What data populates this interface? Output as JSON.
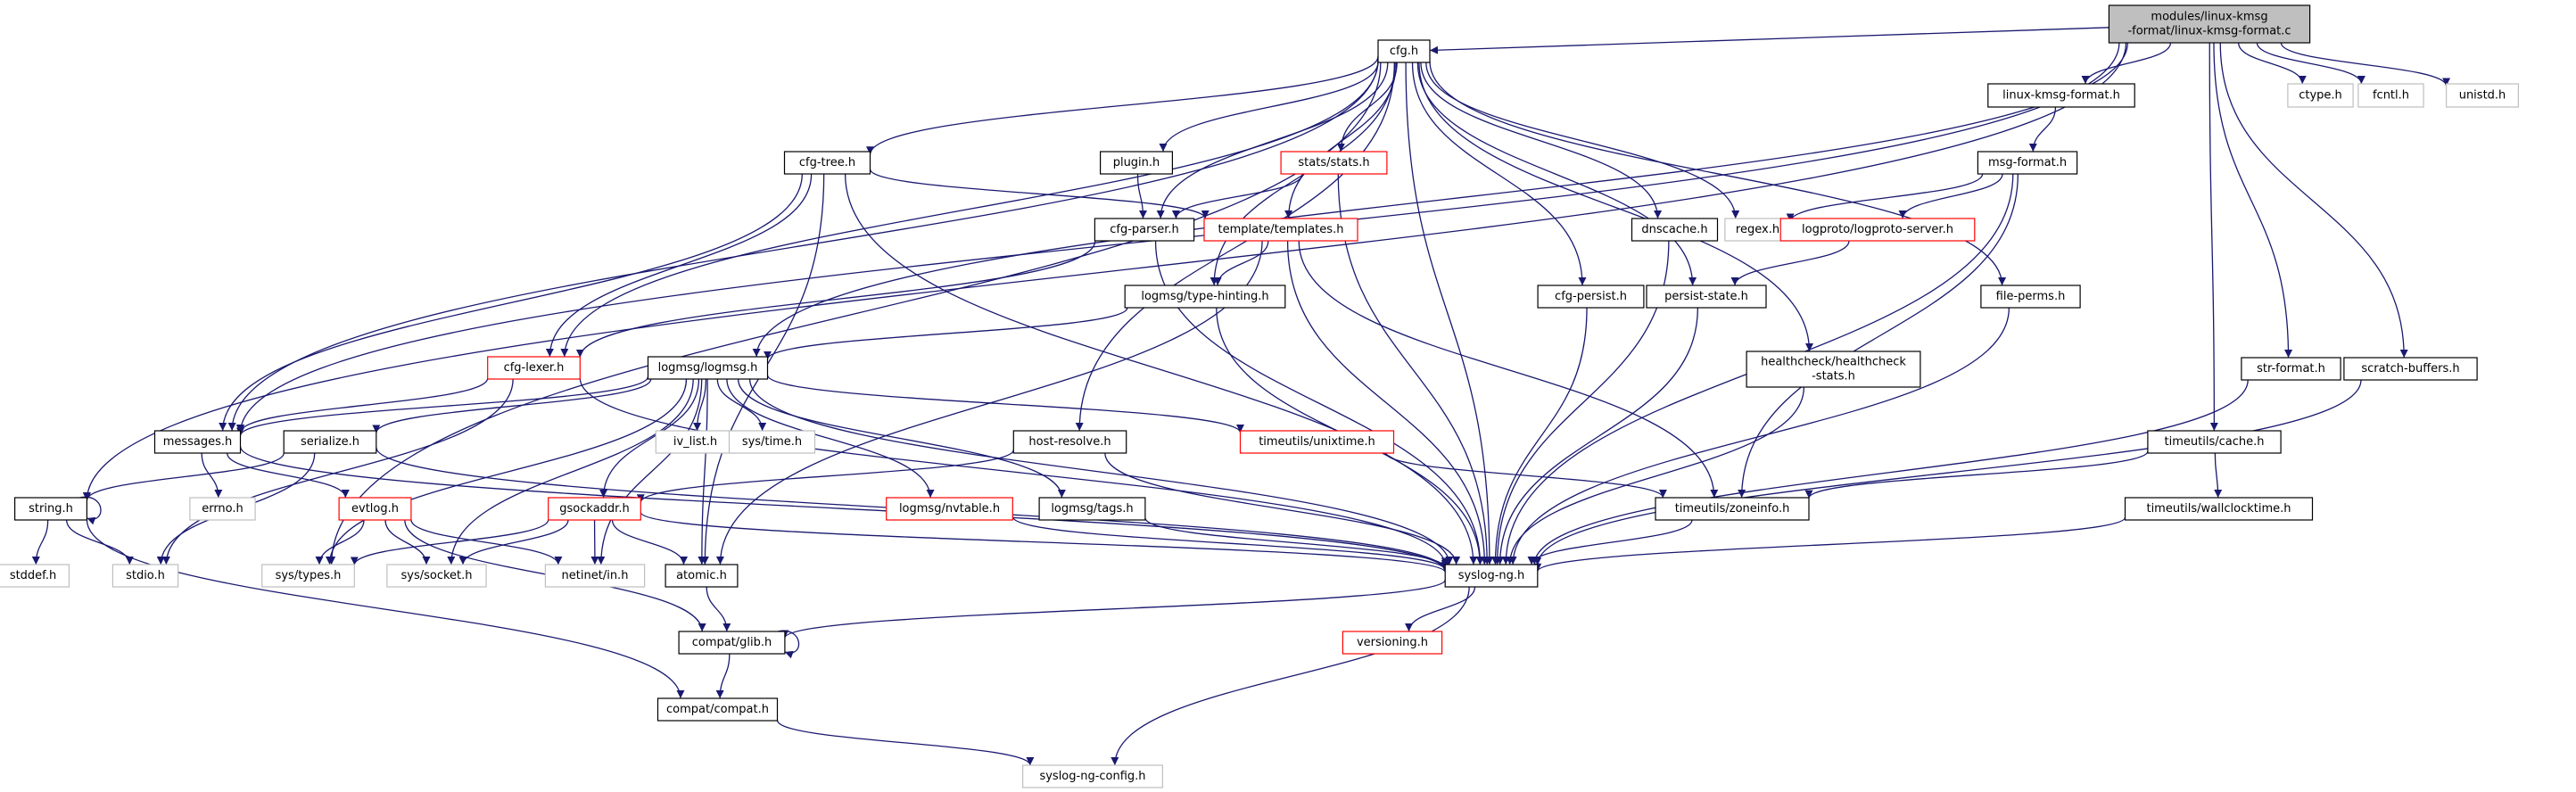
{
  "graph": {
    "title": "Include dependency graph for modules/linux-kmsg-format/linux-kmsg-format.c",
    "colors": {
      "edge": "#191970",
      "normal_border": "#000000",
      "missing_border": "#ff0000",
      "external_border": "#bfbfbf",
      "root_fill": "#bfbfbf"
    },
    "nodes": [
      {
        "id": "root",
        "label": "modules/linux-kmsg\n-format/linux-kmsg-format.c",
        "kind": "root"
      },
      {
        "id": "cfg",
        "label": "cfg.h",
        "kind": "normal"
      },
      {
        "id": "lkf",
        "label": "linux-kmsg-format.h",
        "kind": "normal"
      },
      {
        "id": "ctype",
        "label": "ctype.h",
        "kind": "gray"
      },
      {
        "id": "fcntl",
        "label": "fcntl.h",
        "kind": "gray"
      },
      {
        "id": "unistd",
        "label": "unistd.h",
        "kind": "gray"
      },
      {
        "id": "cfgtree",
        "label": "cfg-tree.h",
        "kind": "normal"
      },
      {
        "id": "plugin",
        "label": "plugin.h",
        "kind": "normal"
      },
      {
        "id": "stats",
        "label": "stats/stats.h",
        "kind": "red"
      },
      {
        "id": "msgformat",
        "label": "msg-format.h",
        "kind": "normal"
      },
      {
        "id": "cfgparser",
        "label": "cfg-parser.h",
        "kind": "normal"
      },
      {
        "id": "templates",
        "label": "template/templates.h",
        "kind": "red"
      },
      {
        "id": "dnscache",
        "label": "dnscache.h",
        "kind": "normal"
      },
      {
        "id": "regex",
        "label": "regex.h",
        "kind": "gray"
      },
      {
        "id": "logproto",
        "label": "logproto/logproto-server.h",
        "kind": "red"
      },
      {
        "id": "typehint",
        "label": "logmsg/type-hinting.h",
        "kind": "normal"
      },
      {
        "id": "cfgpersist",
        "label": "cfg-persist.h",
        "kind": "normal"
      },
      {
        "id": "persist",
        "label": "persist-state.h",
        "kind": "normal"
      },
      {
        "id": "fileperms",
        "label": "file-perms.h",
        "kind": "normal"
      },
      {
        "id": "cfglexer",
        "label": "cfg-lexer.h",
        "kind": "red"
      },
      {
        "id": "logmsg",
        "label": "logmsg/logmsg.h",
        "kind": "normal"
      },
      {
        "id": "healthcheck",
        "label": "healthcheck/healthcheck\n-stats.h",
        "kind": "normal"
      },
      {
        "id": "strformat",
        "label": "str-format.h",
        "kind": "normal"
      },
      {
        "id": "scratch",
        "label": "scratch-buffers.h",
        "kind": "normal"
      },
      {
        "id": "messages",
        "label": "messages.h",
        "kind": "normal"
      },
      {
        "id": "serialize",
        "label": "serialize.h",
        "kind": "normal"
      },
      {
        "id": "ivlist",
        "label": "iv_list.h",
        "kind": "gray"
      },
      {
        "id": "systime",
        "label": "sys/time.h",
        "kind": "gray"
      },
      {
        "id": "hostresolve",
        "label": "host-resolve.h",
        "kind": "normal"
      },
      {
        "id": "unixtime",
        "label": "timeutils/unixtime.h",
        "kind": "red"
      },
      {
        "id": "tucache",
        "label": "timeutils/cache.h",
        "kind": "normal"
      },
      {
        "id": "string",
        "label": "string.h",
        "kind": "normal"
      },
      {
        "id": "errno",
        "label": "errno.h",
        "kind": "gray"
      },
      {
        "id": "evtlog",
        "label": "evtlog.h",
        "kind": "red"
      },
      {
        "id": "gsockaddr",
        "label": "gsockaddr.h",
        "kind": "red"
      },
      {
        "id": "nvtable",
        "label": "logmsg/nvtable.h",
        "kind": "red"
      },
      {
        "id": "tags",
        "label": "logmsg/tags.h",
        "kind": "normal"
      },
      {
        "id": "zoneinfo",
        "label": "timeutils/zoneinfo.h",
        "kind": "normal"
      },
      {
        "id": "wallclock",
        "label": "timeutils/wallclocktime.h",
        "kind": "normal"
      },
      {
        "id": "stddef",
        "label": "stddef.h",
        "kind": "gray"
      },
      {
        "id": "stdio",
        "label": "stdio.h",
        "kind": "gray"
      },
      {
        "id": "systypes",
        "label": "sys/types.h",
        "kind": "gray"
      },
      {
        "id": "syssocket",
        "label": "sys/socket.h",
        "kind": "gray"
      },
      {
        "id": "netinet",
        "label": "netinet/in.h",
        "kind": "gray"
      },
      {
        "id": "atomic",
        "label": "atomic.h",
        "kind": "normal"
      },
      {
        "id": "syslogng",
        "label": "syslog-ng.h",
        "kind": "normal"
      },
      {
        "id": "glib",
        "label": "compat/glib.h",
        "kind": "normal"
      },
      {
        "id": "versioning",
        "label": "versioning.h",
        "kind": "red"
      },
      {
        "id": "compat",
        "label": "compat/compat.h",
        "kind": "normal"
      },
      {
        "id": "config",
        "label": "syslog-ng-config.h",
        "kind": "gray"
      }
    ],
    "edges": [
      [
        "root",
        "cfg"
      ],
      [
        "root",
        "lkf"
      ],
      [
        "root",
        "ctype"
      ],
      [
        "root",
        "fcntl"
      ],
      [
        "root",
        "unistd"
      ],
      [
        "root",
        "string"
      ],
      [
        "root",
        "messages"
      ],
      [
        "root",
        "logmsg"
      ],
      [
        "root",
        "tucache"
      ],
      [
        "root",
        "strformat"
      ],
      [
        "root",
        "scratch"
      ],
      [
        "lkf",
        "msgformat"
      ],
      [
        "msgformat",
        "regex"
      ],
      [
        "msgformat",
        "logproto"
      ],
      [
        "msgformat",
        "zoneinfo"
      ],
      [
        "msgformat",
        "syslogng"
      ],
      [
        "cfg",
        "cfgtree"
      ],
      [
        "cfg",
        "plugin"
      ],
      [
        "cfg",
        "stats"
      ],
      [
        "cfg",
        "cfgparser"
      ],
      [
        "cfg",
        "templates"
      ],
      [
        "cfg",
        "dnscache"
      ],
      [
        "cfg",
        "regex"
      ],
      [
        "cfg",
        "typehint"
      ],
      [
        "cfg",
        "cfgpersist"
      ],
      [
        "cfg",
        "persist"
      ],
      [
        "cfg",
        "fileperms"
      ],
      [
        "cfg",
        "cfglexer"
      ],
      [
        "cfg",
        "healthcheck"
      ],
      [
        "cfg",
        "hostresolve"
      ],
      [
        "cfg",
        "syslogng"
      ],
      [
        "cfg",
        "systypes"
      ],
      [
        "cfg",
        "messages"
      ],
      [
        "cfgtree",
        "cfglexer"
      ],
      [
        "cfgtree",
        "templates"
      ],
      [
        "cfgtree",
        "messages"
      ],
      [
        "cfgtree",
        "syslogng"
      ],
      [
        "cfgtree",
        "atomic"
      ],
      [
        "plugin",
        "cfgparser"
      ],
      [
        "stats",
        "cfgparser"
      ],
      [
        "stats",
        "syslogng"
      ],
      [
        "cfgparser",
        "cfglexer"
      ],
      [
        "cfgparser",
        "syslogng"
      ],
      [
        "templates",
        "typehint"
      ],
      [
        "templates",
        "syslogng"
      ],
      [
        "templates",
        "atomic"
      ],
      [
        "templates",
        "zoneinfo"
      ],
      [
        "typehint",
        "logmsg"
      ],
      [
        "typehint",
        "syslogng"
      ],
      [
        "logproto",
        "persist"
      ],
      [
        "cfgpersist",
        "syslogng"
      ],
      [
        "persist",
        "syslogng"
      ],
      [
        "dnscache",
        "syslogng"
      ],
      [
        "fileperms",
        "syslogng"
      ],
      [
        "healthcheck",
        "syslogng"
      ],
      [
        "cfglexer",
        "messages"
      ],
      [
        "cfglexer",
        "stdio"
      ],
      [
        "cfglexer",
        "syslogng"
      ],
      [
        "logmsg",
        "messages"
      ],
      [
        "logmsg",
        "serialize"
      ],
      [
        "logmsg",
        "ivlist"
      ],
      [
        "logmsg",
        "systime"
      ],
      [
        "logmsg",
        "unixtime"
      ],
      [
        "logmsg",
        "nvtable"
      ],
      [
        "logmsg",
        "tags"
      ],
      [
        "logmsg",
        "gsockaddr"
      ],
      [
        "logmsg",
        "atomic"
      ],
      [
        "logmsg",
        "syssocket"
      ],
      [
        "logmsg",
        "netinet"
      ],
      [
        "logmsg",
        "systypes"
      ],
      [
        "logmsg",
        "syslogng"
      ],
      [
        "messages",
        "errno"
      ],
      [
        "messages",
        "evtlog"
      ],
      [
        "messages",
        "syslogng"
      ],
      [
        "serialize",
        "string"
      ],
      [
        "serialize",
        "stdio"
      ],
      [
        "serialize",
        "syslogng"
      ],
      [
        "hostresolve",
        "gsockaddr"
      ],
      [
        "hostresolve",
        "syslogng"
      ],
      [
        "unixtime",
        "zoneinfo"
      ],
      [
        "tucache",
        "zoneinfo"
      ],
      [
        "tucache",
        "wallclock"
      ],
      [
        "strformat",
        "syslogng"
      ],
      [
        "scratch",
        "syslogng"
      ],
      [
        "string",
        "string"
      ],
      [
        "string",
        "stddef"
      ],
      [
        "string",
        "stdio"
      ],
      [
        "string",
        "compat"
      ],
      [
        "evtlog",
        "systypes"
      ],
      [
        "evtlog",
        "syssocket"
      ],
      [
        "evtlog",
        "netinet"
      ],
      [
        "evtlog",
        "glib"
      ],
      [
        "gsockaddr",
        "systypes"
      ],
      [
        "gsockaddr",
        "syssocket"
      ],
      [
        "gsockaddr",
        "netinet"
      ],
      [
        "gsockaddr",
        "atomic"
      ],
      [
        "gsockaddr",
        "syslogng"
      ],
      [
        "nvtable",
        "syslogng"
      ],
      [
        "tags",
        "syslogng"
      ],
      [
        "zoneinfo",
        "syslogng"
      ],
      [
        "wallclock",
        "syslogng"
      ],
      [
        "atomic",
        "glib"
      ],
      [
        "syslogng",
        "glib"
      ],
      [
        "syslogng",
        "versioning"
      ],
      [
        "syslogng",
        "config"
      ],
      [
        "glib",
        "glib"
      ],
      [
        "glib",
        "compat"
      ],
      [
        "compat",
        "config"
      ]
    ]
  }
}
